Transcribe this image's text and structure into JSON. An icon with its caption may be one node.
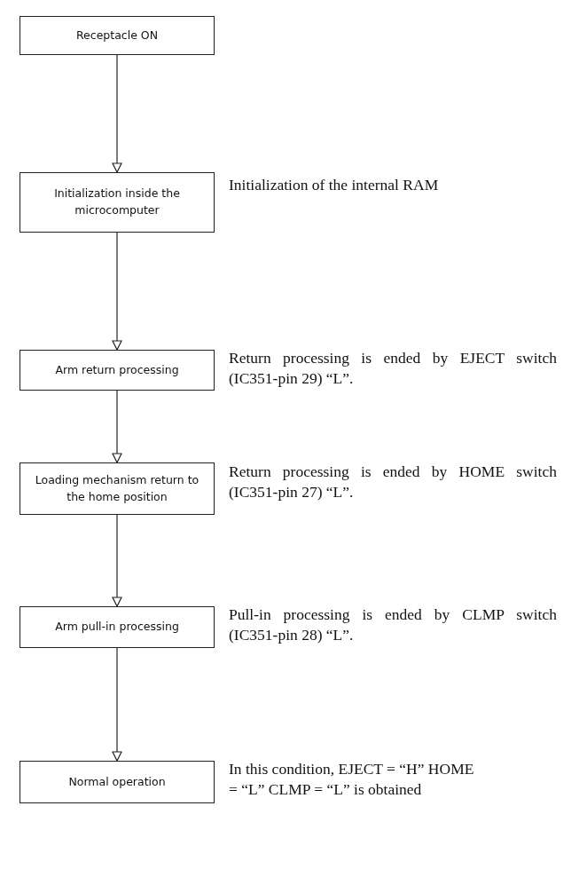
{
  "diagram": {
    "nodes": [
      {
        "text": [
          "Receptacle ON"
        ]
      },
      {
        "text": [
          "Initialization inside the microcomputer"
        ],
        "beside": [
          "Initialization of the internal RAM"
        ]
      },
      {
        "text": [
          "Arm return processing"
        ],
        "beside": [
          "Return processing is ended by EJECT switch (IC351-pin 29) “L”."
        ]
      },
      {
        "text": [
          "Loading mechanism return to the home position"
        ],
        "beside": [
          "Return processing is ended by HOME switch (IC351-pin 27) “L”."
        ]
      },
      {
        "text": [
          "Arm pull-in processing"
        ],
        "beside": [
          "Pull-in processing is ended by CLMP switch (IC351-pin 28) “L”."
        ]
      },
      {
        "text": [
          "Normal operation"
        ],
        "beside": [
          "In this condition, EJECT = “H” HOME = “L” CLMP = “L” is obtained"
        ]
      }
    ],
    "edges": [
      {
        "from": 0,
        "to": 1,
        "arrow": "to"
      },
      {
        "from": 1,
        "to": 2,
        "arrow": "to"
      },
      {
        "from": 2,
        "to": 3,
        "arrow": "to"
      },
      {
        "from": 3,
        "to": 4,
        "arrow": "to"
      },
      {
        "from": 4,
        "to": 5,
        "arrow": "to"
      }
    ]
  }
}
